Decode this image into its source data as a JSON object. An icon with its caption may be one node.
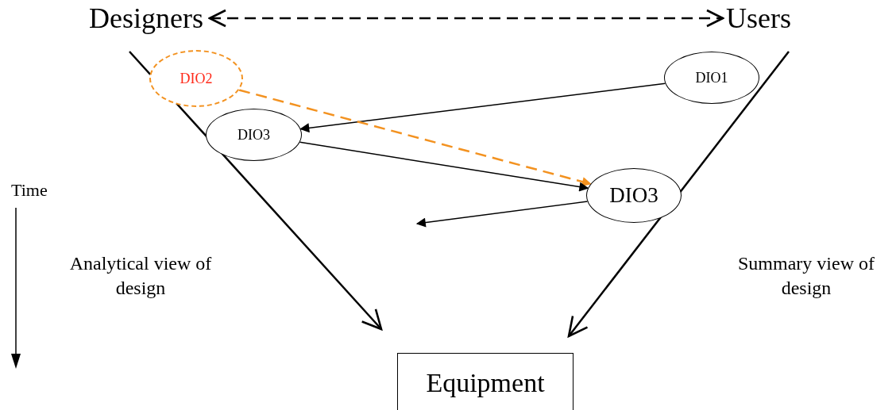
{
  "diagram": {
    "nodes": [
      {
        "text": [
          "Designers"
        ]
      },
      {
        "text": [
          "Users"
        ]
      },
      {
        "text": [
          "DIO2"
        ]
      },
      {
        "text": [
          "DIO1"
        ]
      },
      {
        "text": [
          "DIO3"
        ]
      },
      {
        "text": [
          "DIO3"
        ]
      },
      {
        "text": [
          "Equipment"
        ]
      }
    ],
    "edges": [
      {
        "from": 0,
        "to": 1,
        "arrow": "both",
        "style": "dashed"
      },
      {
        "from": 3,
        "to": 4,
        "arrow": "to"
      },
      {
        "from": 2,
        "to": 5,
        "arrow": "to",
        "style": "dashed",
        "color": "#f39220"
      },
      {
        "from": 4,
        "to": 5,
        "arrow": "to"
      },
      {
        "from": 5,
        "to": null,
        "arrow": "to"
      }
    ],
    "labels": [
      "Time",
      "Analytical view of design",
      "Summary view of design"
    ]
  }
}
